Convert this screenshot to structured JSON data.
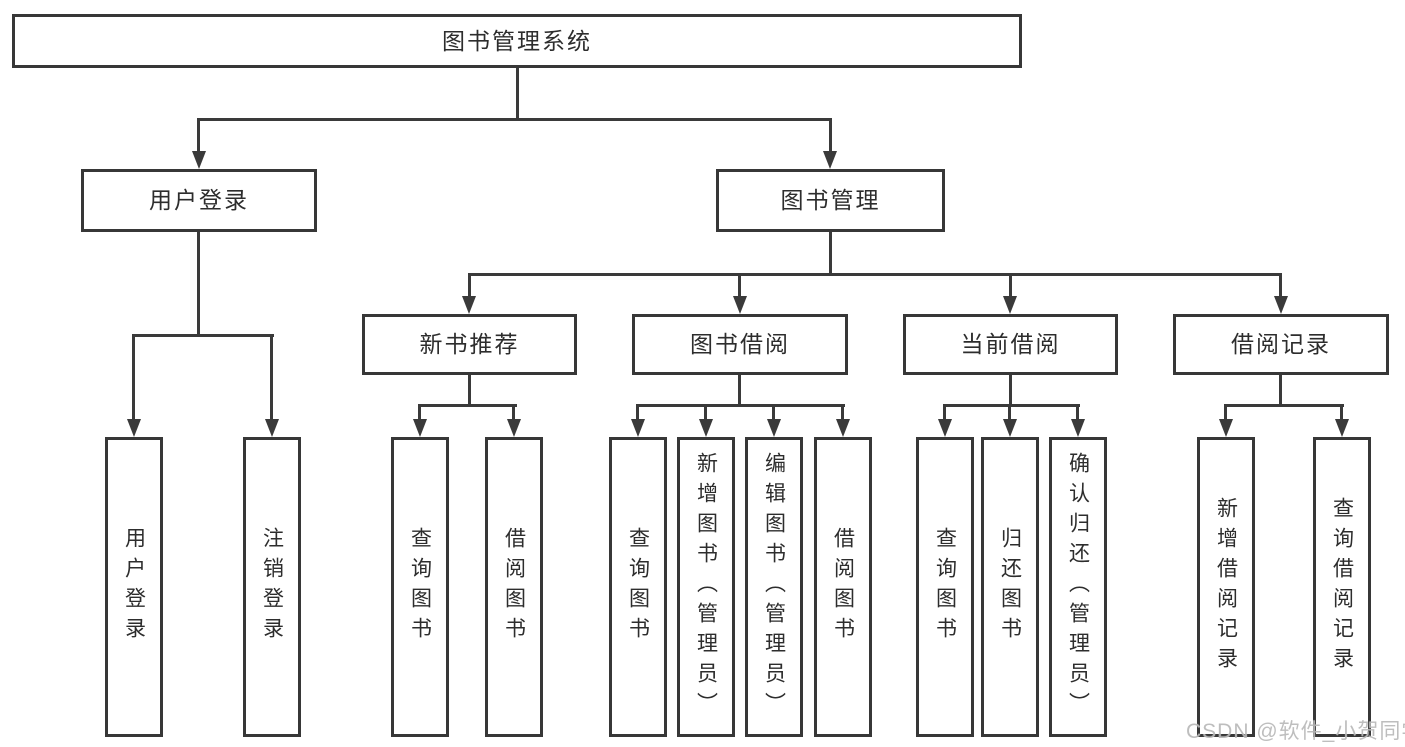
{
  "diagram": {
    "tree": {
      "label": "图书管理系统",
      "children": [
        {
          "label": "用户登录",
          "children": [
            {
              "label": "用户登录"
            },
            {
              "label": "注销登录"
            }
          ]
        },
        {
          "label": "图书管理",
          "children": [
            {
              "label": "新书推荐",
              "children": [
                {
                  "label": "查询图书"
                },
                {
                  "label": "借阅图书"
                }
              ]
            },
            {
              "label": "图书借阅",
              "children": [
                {
                  "label": "查询图书"
                },
                {
                  "label": "新增图书（管理员）"
                },
                {
                  "label": "编辑图书（管理员）"
                },
                {
                  "label": "借阅图书"
                }
              ]
            },
            {
              "label": "当前借阅",
              "children": [
                {
                  "label": "查询图书"
                },
                {
                  "label": "归还图书"
                },
                {
                  "label": "确认归还（管理员）"
                }
              ]
            },
            {
              "label": "借阅记录",
              "children": [
                {
                  "label": "新增借阅记录"
                },
                {
                  "label": "查询借阅记录"
                }
              ]
            }
          ]
        }
      ]
    }
  },
  "colors": {
    "line": "#3a3a3a",
    "box_border": "#373737",
    "text": "#2d2d2d",
    "bg": "#ffffff",
    "watermark": "#b9b9b9"
  },
  "watermark": {
    "text": "CSDN @软件_小贺同学"
  }
}
